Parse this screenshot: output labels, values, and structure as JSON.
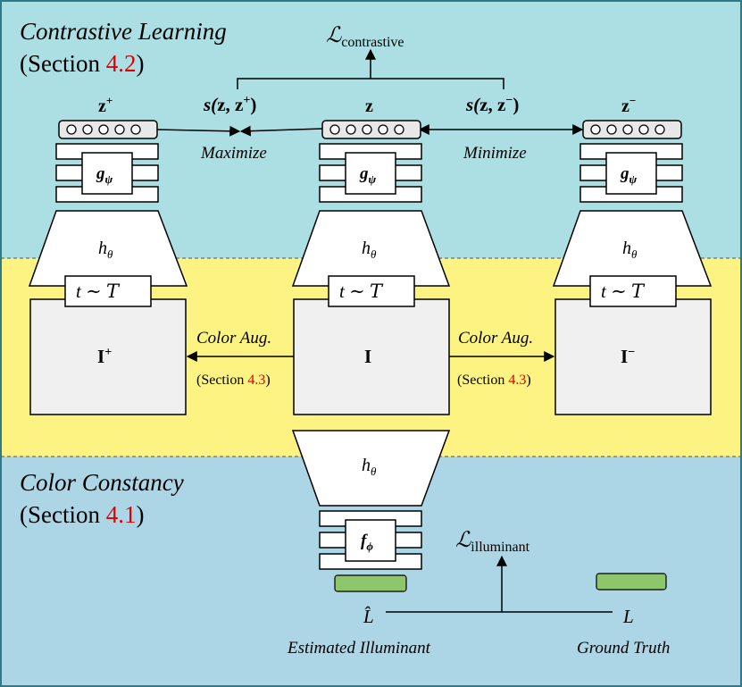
{
  "regions": {
    "contrastive": {
      "title": "Contrastive Learning",
      "section_prefix": "(Section ",
      "section_number": "4.2",
      "section_suffix": ")",
      "color": "#acdfe3"
    },
    "augmentation": {
      "color": "#fdf382"
    },
    "constancy": {
      "title": "Color Constancy",
      "section_prefix": "(Section ",
      "section_number": "4.1",
      "section_suffix": ")",
      "color": "#acd6e6"
    }
  },
  "loss": {
    "contrastive_symbol": "ℒ",
    "contrastive_subscript": "contrastive",
    "illuminant_symbol": "ℒ",
    "illuminant_subscript": "illuminant"
  },
  "embeddings": {
    "positive": {
      "symbol": "z",
      "superscript": "+"
    },
    "anchor": {
      "symbol": "z",
      "superscript": ""
    },
    "negative": {
      "symbol": "z",
      "superscript": "−"
    }
  },
  "similarity": {
    "positive": {
      "prefix": "s(",
      "var": "z, z",
      "superscript": "+",
      "suffix": ")"
    },
    "negative": {
      "prefix": "s(",
      "var": "z, z",
      "superscript": "−",
      "suffix": ")"
    },
    "maximize": "Maximize",
    "minimize": "Minimize"
  },
  "modules": {
    "projection_head": {
      "symbol": "g",
      "subscript": "ψ"
    },
    "encoder": {
      "symbol": "h",
      "subscript": "θ"
    },
    "transform": {
      "text": "t ∼ ",
      "calligraphic": "T"
    },
    "illuminant_head": {
      "symbol": "f",
      "subscript": "ϕ"
    }
  },
  "images": {
    "positive": {
      "symbol": "I",
      "superscript": "+"
    },
    "anchor": {
      "symbol": "I",
      "superscript": ""
    },
    "negative": {
      "symbol": "I",
      "superscript": "−"
    }
  },
  "augmentation_label": {
    "title": "Color Aug.",
    "section_prefix": "(Section ",
    "section_number": "4.3",
    "section_suffix": ")"
  },
  "outputs": {
    "estimated_symbol": "L̂",
    "estimated_label": "Estimated Illuminant",
    "ground_truth_symbol": "L",
    "ground_truth_label": "Ground Truth",
    "bar_color": "#8dc66b"
  }
}
